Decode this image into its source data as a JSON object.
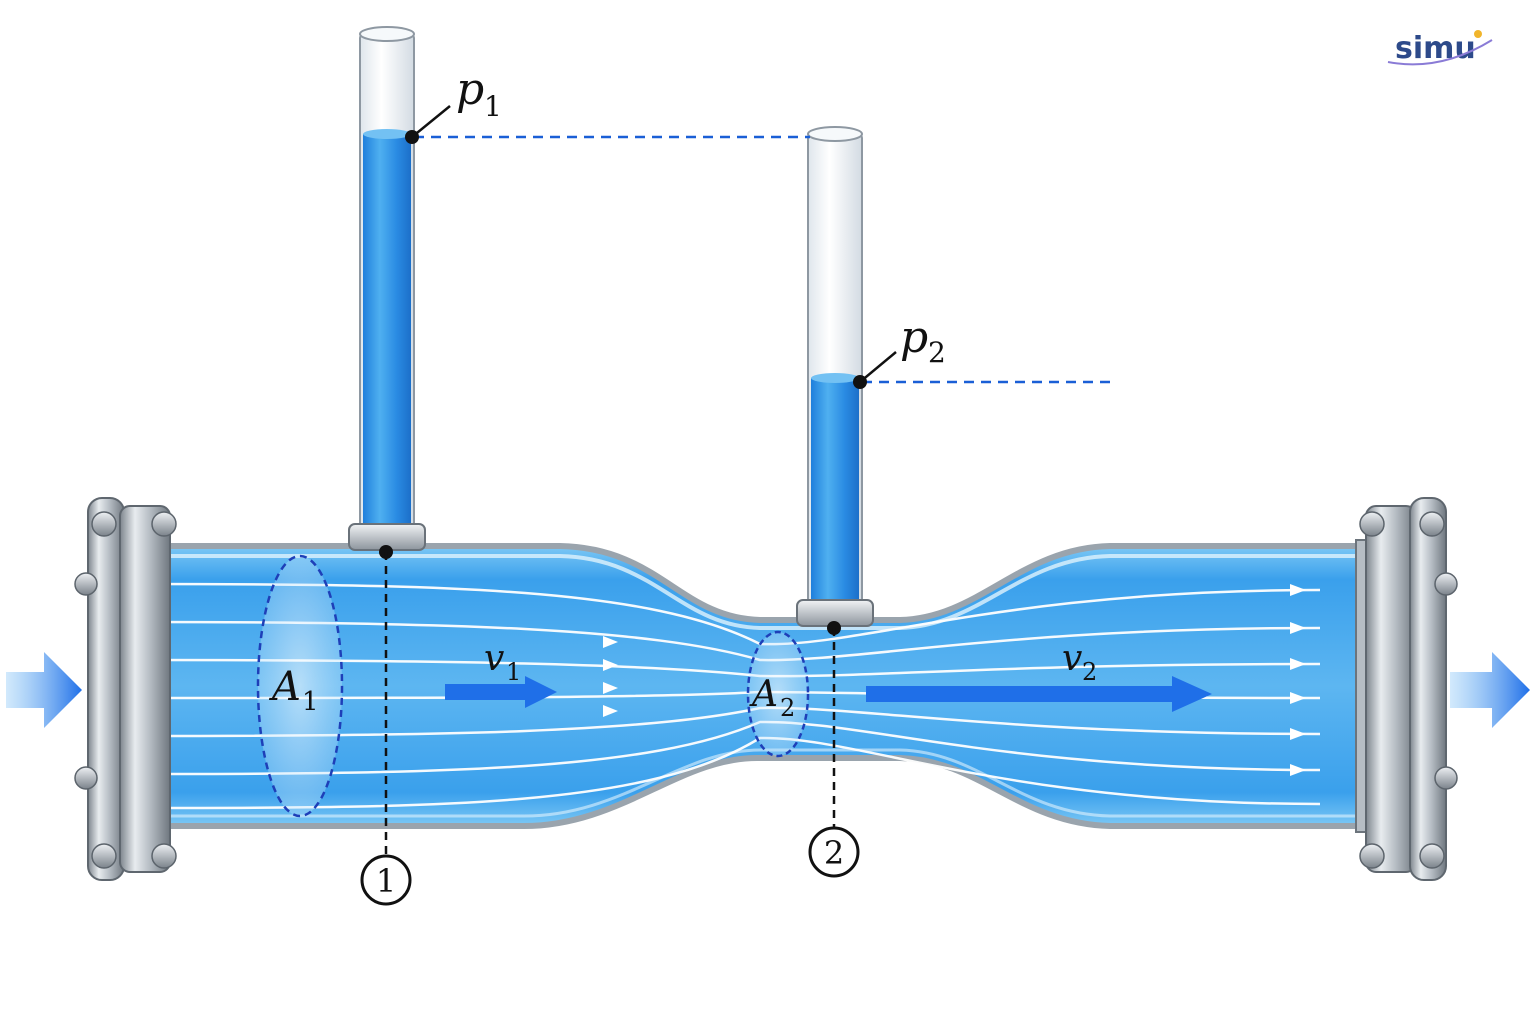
{
  "logo": {
    "text": "simu"
  },
  "labels": {
    "p1": {
      "main": "p",
      "sub": "1"
    },
    "p2": {
      "main": "p",
      "sub": "2"
    },
    "v1": {
      "main": "v",
      "sub": "1"
    },
    "v2": {
      "main": "v",
      "sub": "2"
    },
    "A1": {
      "main": "A",
      "sub": "1"
    },
    "A2": {
      "main": "A",
      "sub": "2"
    },
    "section1": "1",
    "section2": "2"
  },
  "colors": {
    "water": "#2f8fe6",
    "water_light": "#8fd0f7",
    "flow_arrow": "#1f6fe8",
    "dashed": "#1a5fd6",
    "metal": "#a9afb6"
  }
}
